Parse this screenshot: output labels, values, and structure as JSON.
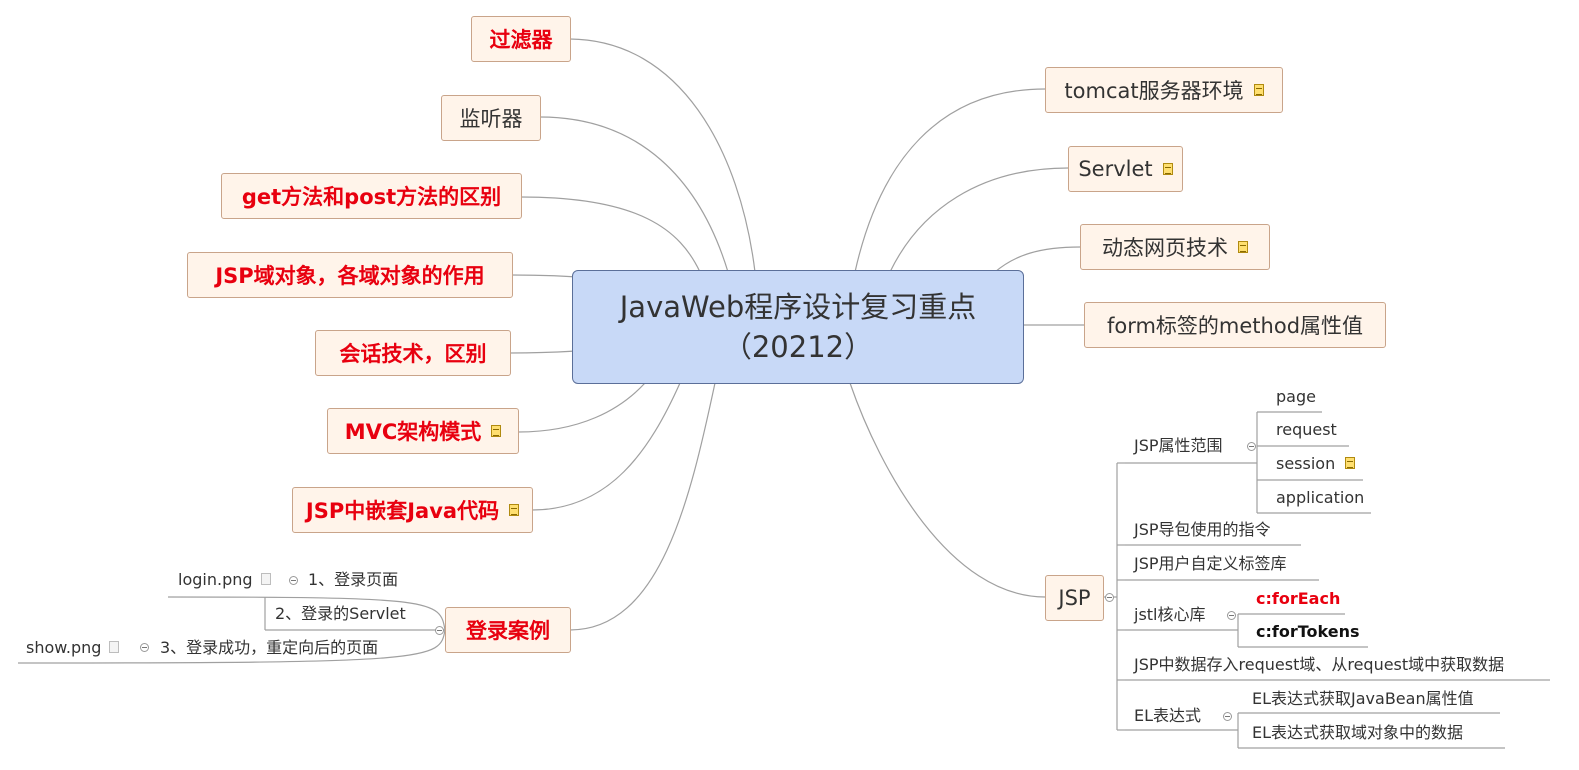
{
  "central": {
    "line1": "JavaWeb程序设计复习重点",
    "line2": "（20212）"
  },
  "left_topics": [
    {
      "label": "过滤器",
      "style": "red",
      "note": false
    },
    {
      "label": "监听器",
      "style": "normal",
      "note": false
    },
    {
      "label": "get方法和post方法的区别",
      "style": "red",
      "note": false
    },
    {
      "label": "JSP域对象，各域对象的作用",
      "style": "red",
      "note": false
    },
    {
      "label": "会话技术，区别",
      "style": "red",
      "note": false
    },
    {
      "label": "MVC架构模式",
      "style": "red",
      "note": true
    },
    {
      "label": "JSP中嵌套Java代码",
      "style": "red",
      "note": true
    },
    {
      "label": "登录案例",
      "style": "red",
      "note": false
    }
  ],
  "login_case": [
    {
      "label": "1、登录页面",
      "attachment": "login.png"
    },
    {
      "label": "2、登录的Servlet",
      "attachment": ""
    },
    {
      "label": "3、登录成功，重定向后的页面",
      "attachment": "show.png"
    }
  ],
  "right_topics": [
    {
      "label": "tomcat服务器环境",
      "note": true
    },
    {
      "label": "Servlet",
      "note": true
    },
    {
      "label": "动态网页技术",
      "note": true
    },
    {
      "label": "form标签的method属性值",
      "note": false
    },
    {
      "label": "JSP",
      "note": false
    }
  ],
  "jsp": {
    "scope": {
      "label": "JSP属性范围",
      "children": [
        "page",
        "request",
        "session",
        "application"
      ]
    },
    "import_directive": "JSP导包使用的指令",
    "custom_tags": "JSP用户自定义标签库",
    "jstl": {
      "label": "jstl核心库",
      "children": [
        "c:forEach",
        "c:forTokens"
      ]
    },
    "request_data": "JSP中数据存入request域、从request域中获取数据",
    "el": {
      "label": "EL表达式",
      "children": [
        "EL表达式获取JavaBean属性值",
        "EL表达式获取域对象中的数据"
      ]
    }
  },
  "colors": {
    "accent_red": "#e8000f",
    "central_fill": "#c8d9f7",
    "topic_fill": "#fff4ea",
    "line": "#a0a0a0"
  },
  "icons": {
    "note": "note-icon",
    "attachment": "file-icon",
    "collapse": "collapse-icon"
  }
}
